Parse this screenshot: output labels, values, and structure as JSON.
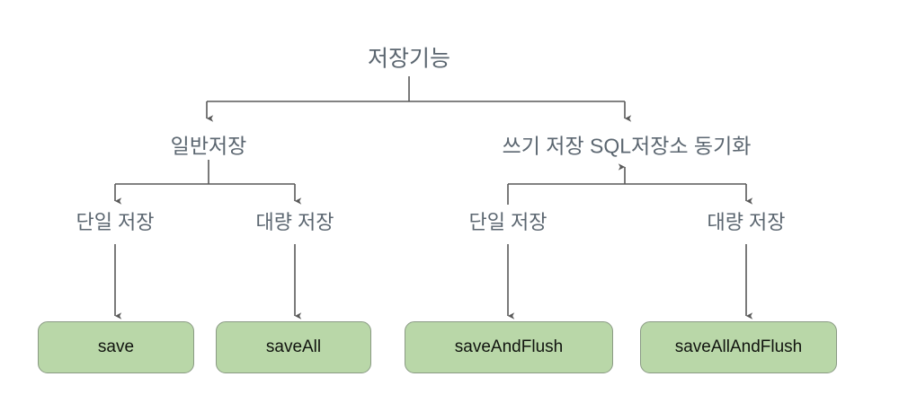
{
  "diagram": {
    "title": "저장기능",
    "type": "tree",
    "background_color": "#ffffff",
    "label_color": "#5b6670",
    "edge_color": "#595959",
    "box_fill_color": "#b9d7a8",
    "box_border_color": "#8a9a84",
    "box_text_color": "#11140f",
    "root": {
      "label": "저장기능",
      "level": 1
    },
    "branches": [
      {
        "label": "일반저장",
        "level": 2,
        "children": [
          {
            "label": "단일 저장",
            "level": 3,
            "method": "save"
          },
          {
            "label": "대량 저장",
            "level": 3,
            "method": "saveAll"
          }
        ]
      },
      {
        "label": "쓰기 저장 SQL저장소 동기화",
        "level": 2,
        "children": [
          {
            "label": "단일 저장",
            "level": 3,
            "method": "saveAndFlush"
          },
          {
            "label": "대량 저장",
            "level": 3,
            "method": "saveAllAndFlush"
          }
        ]
      }
    ],
    "methods": [
      {
        "name": "save"
      },
      {
        "name": "saveAll"
      },
      {
        "name": "saveAndFlush"
      },
      {
        "name": "saveAllAndFlush"
      }
    ]
  }
}
